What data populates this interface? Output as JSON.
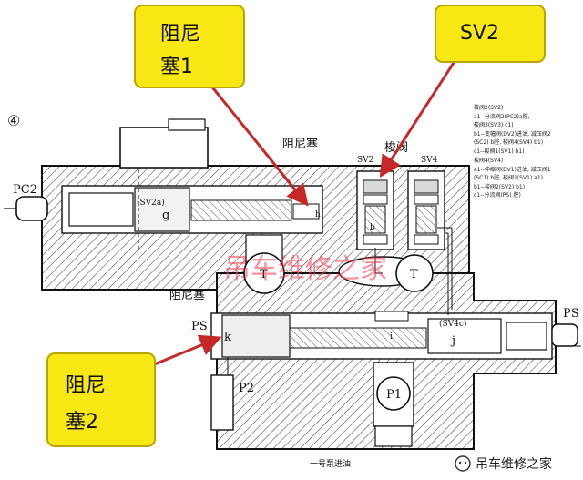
{
  "diagram": {
    "section_number": "④",
    "callouts": {
      "damper1": "阻尼\n塞1",
      "sv2": "SV2",
      "damper2": "阻尼\n塞2"
    },
    "labels": {
      "damper_top": "阻尼塞",
      "damper_left": "阻尼塞",
      "shuttle": "梭阀",
      "sv2": "SV2",
      "sv4": "SV4",
      "pc2": "PC2",
      "ps_left": "PS",
      "ps_right": "PS",
      "p1": "P1",
      "p2": "P2",
      "t_upper": "T",
      "t_lower": "T",
      "g": "g",
      "h": "h",
      "i": "i",
      "j": "j",
      "k": "k",
      "b": "b",
      "sv2a": "(SV2a)",
      "sv4c": "(SV4c)",
      "bottom_caption": "一号泵进油"
    },
    "notes": [
      "梭阀2(SV2)",
      "a1--分流阀2(PC2)a腔,",
      "   梭阀3(SV3) c1)",
      "b1--变幅阀(DV2)进油, 减压阀2",
      "   (SC2) b腔, 梭阀4(SV4) b1)",
      "c1--梭阀1(SV1) b1)",
      "梭阀4(SV4)",
      "a1--伸缩阀(DV1)进油, 减压阀1",
      "   (SC1) b腔, 梭阀1(SV1) a1)",
      "b1--梭阀2(SV2) b1)",
      "c1--分流阀(PS) 腔)"
    ],
    "watermark": "吊车维修之家",
    "footer_brand": "吊车维修之家"
  },
  "colors": {
    "callout_fill": "#f7e713",
    "callout_stroke": "#b8a600",
    "arrow": "#c62828",
    "watermark": "#ef3b52"
  }
}
